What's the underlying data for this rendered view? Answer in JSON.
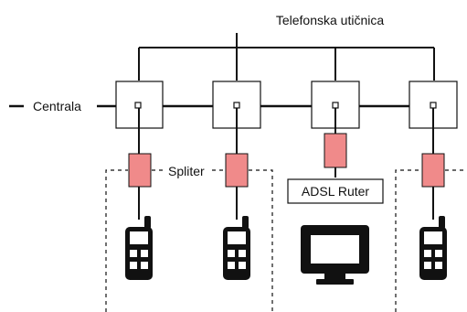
{
  "labels": {
    "socket": "Telefonska utičnica",
    "exchange": "Centrala",
    "splitter": "Spliter",
    "router": "ADSL Ruter"
  },
  "colors": {
    "line": "#111111",
    "splitter_fill": "#f08a8a",
    "background": "#ffffff"
  },
  "icons": [
    "phone-icon",
    "phone-icon",
    "monitor-icon",
    "phone-icon"
  ]
}
